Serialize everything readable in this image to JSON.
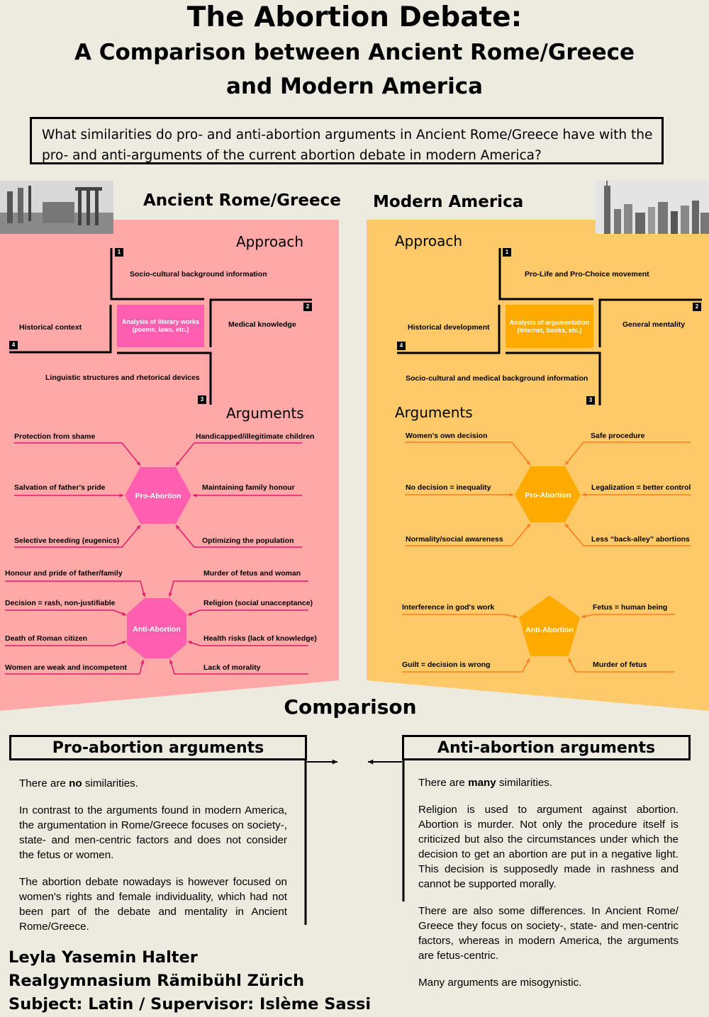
{
  "title": {
    "line1": "The Abortion Debate:",
    "line2": "A Comparison between Ancient Rome/Greece",
    "line3": "and Modern America"
  },
  "question": "What similarities do pro- and anti-abortion arguments in Ancient Rome/Greece have with the pro- and anti-arguments of the current abortion debate in modern America?",
  "left": {
    "heading": "Ancient Rome/Greece",
    "approach_title": "Approach",
    "approach": {
      "center": "Analysis of literary works (poems, laws, etc.)",
      "item1": "Socio-cultural background information",
      "item2": "Medical  knowledge",
      "item3": "Linguistic structures and rhetorical devices",
      "item4": "Historical context"
    },
    "arguments_title": "Arguments",
    "pro": {
      "label": "Pro-Abortion",
      "items": [
        "Protection from shame",
        "Handicapped/illegitimate children",
        "Salvation of father's pride",
        "Maintaining family honour",
        "Selective breeding (eugenics)",
        "Optimizing the population"
      ]
    },
    "anti": {
      "label": "Anti-Abortion",
      "items": [
        "Honour and pride of father/family",
        "Murder of fetus and woman",
        "Decision = rash, non-justifiable",
        "Religion (social unacceptance)",
        "Death of Roman citizen",
        "Health risks (lack of knowledge)",
        "Women are weak and incompetent",
        "Lack of morality"
      ]
    }
  },
  "right": {
    "heading": "Modern America",
    "approach_title": "Approach",
    "approach": {
      "center": "Analysis of argumentation (Internet, books, etc.)",
      "item1": "Pro-Life and Pro-Choice movement",
      "item2": "General mentality",
      "item3": "Socio-cultural and medical background information",
      "item4": "Historical development"
    },
    "arguments_title": "Arguments",
    "pro": {
      "label": "Pro-Abortion",
      "items": [
        "Women's own decision",
        "Safe procedure",
        "No decision = inequality",
        "Legalization = better control",
        "Normality/social awareness",
        "Less “back-alley” abortions"
      ]
    },
    "anti": {
      "label": "Anti-Abortion",
      "items": [
        "Interference in god's work",
        "Fetus = human being",
        "Guilt = decision is wrong",
        "Murder of fetus"
      ]
    }
  },
  "numbers": [
    "1",
    "2",
    "3",
    "4"
  ],
  "comparison": {
    "title": "Comparison",
    "pro": {
      "heading": "Pro-abortion arguments",
      "p1_pre": "There are ",
      "p1_bold": "no",
      "p1_post": " similarities.",
      "p2": "In contrast to the arguments found in modern America, the argumentation in Rome/Greece focuses on society-, state- and men-centric factors and does not consider the fetus or women.",
      "p3": "The abortion debate nowadays is however focused on women's rights and female individuality, which had not been part of the debate and mentality in Ancient Rome/Greece."
    },
    "anti": {
      "heading": "Anti-abortion arguments",
      "p1_pre": "There are ",
      "p1_bold": "many",
      "p1_post": " similarities.",
      "p2": "Religion is used to argument against abortion. Abortion is murder. Not only the procedure itself is criticized but also the circumstances under which the decision to get an abortion are put in a negative light. This decision is supposedly made in rashness and cannot be supported morally.",
      "p3": "There are also some differences. In Ancient Rome/ Greece they focus on society-, state- and men-centric factors, whereas in modern America, the arguments are fetus-centric.",
      "p4": "Many arguments are misogynistic."
    }
  },
  "author": {
    "name": "Leyla Yasemin Halter",
    "school": "Realgymnasium Rämibühl Zürich",
    "subject": "Subject: Latin / Supervisor: Islème Sassi"
  },
  "colors": {
    "background": "#edeae0",
    "left_panel": "#ffa8a8",
    "left_accent": "#ff5fae",
    "left_line": "#e0196e",
    "right_panel": "#fec969",
    "right_accent": "#ffaa00",
    "right_line": "#ff7a1a"
  }
}
